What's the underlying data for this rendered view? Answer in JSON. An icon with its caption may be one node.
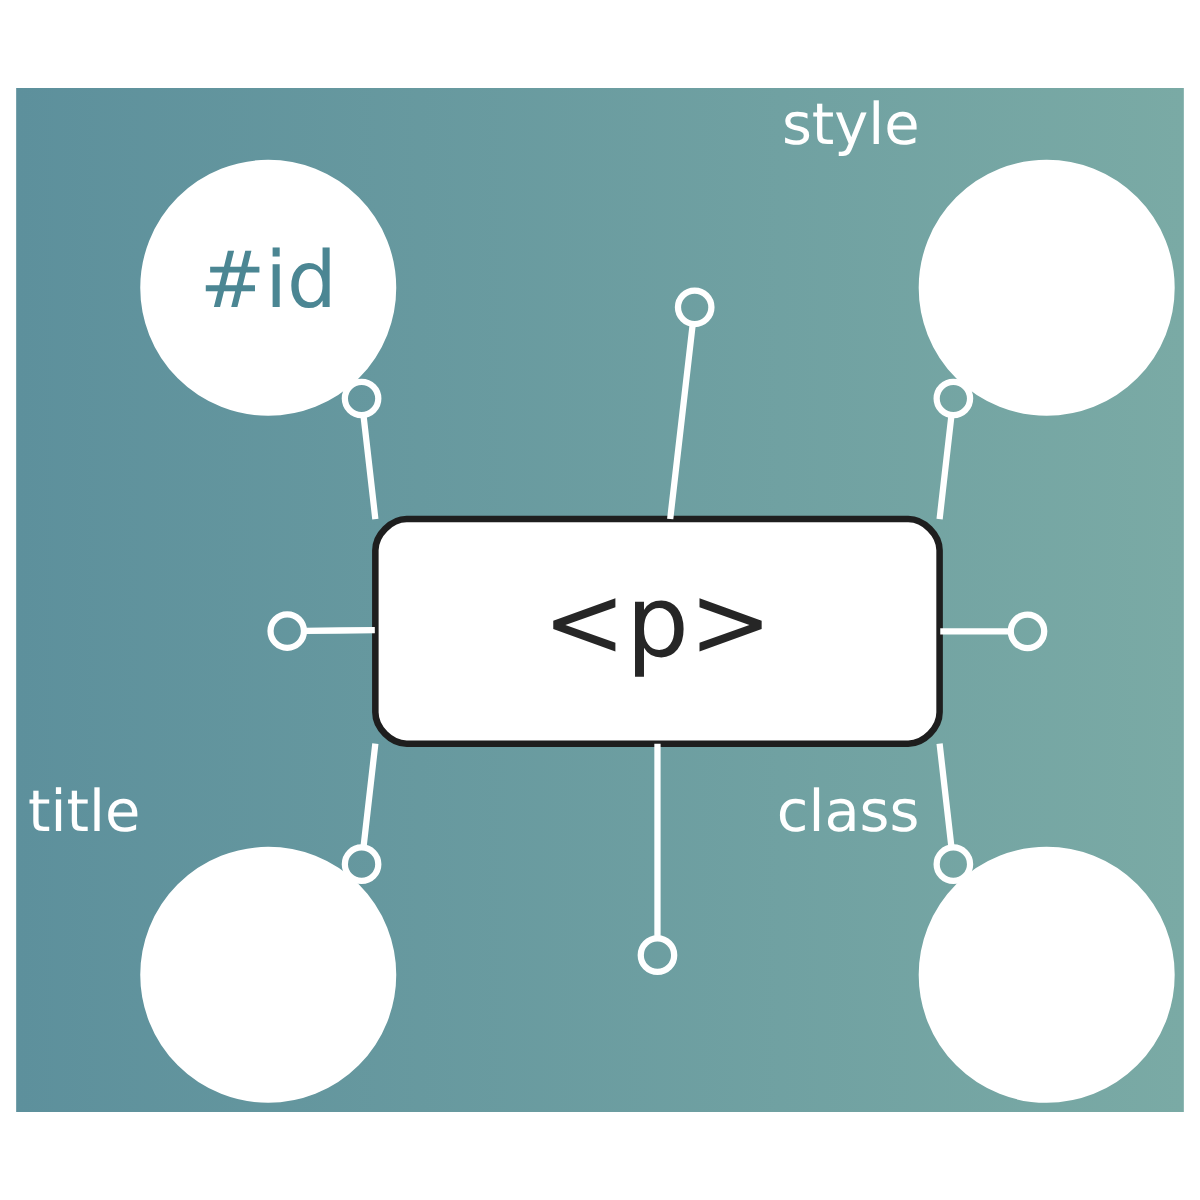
{
  "diagram": {
    "nodes": [
      {
        "text": [
          "#id"
        ]
      },
      {
        "text": [],
        "shape": "picture",
        "beside": [
          "style"
        ]
      },
      {
        "text": [
          "<p>"
        ]
      },
      {
        "text": [],
        "shape": "picture",
        "beside": [
          "title"
        ]
      },
      {
        "text": [],
        "shape": "picture",
        "beside": [
          "class"
        ]
      }
    ],
    "edges": [
      {
        "from": 2,
        "to": 0,
        "arrow": "other"
      },
      {
        "from": 2,
        "to": null,
        "arrow": "other"
      },
      {
        "from": 2,
        "to": 1,
        "arrow": "other"
      },
      {
        "from": 2,
        "to": null,
        "arrow": "other"
      },
      {
        "from": 2,
        "to": null,
        "arrow": "other"
      },
      {
        "from": 2,
        "to": 3,
        "arrow": "other"
      },
      {
        "from": 2,
        "to": null,
        "arrow": "other"
      },
      {
        "from": 2,
        "to": 4,
        "arrow": "other"
      }
    ]
  }
}
